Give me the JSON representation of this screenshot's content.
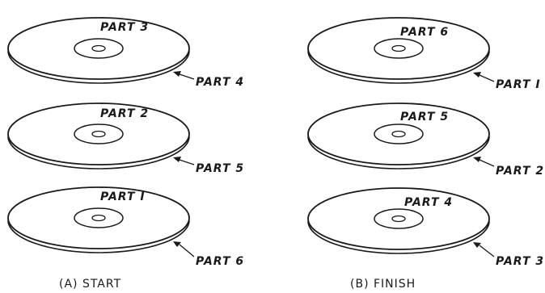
{
  "diagram": {
    "panels": [
      {
        "id": "start",
        "caption": "(A) START",
        "discs": [
          {
            "top_label": "PART 3",
            "edge_label": "PART 4"
          },
          {
            "top_label": "PART 2",
            "edge_label": "PART 5"
          },
          {
            "top_label": "PART I",
            "edge_label": "PART 6"
          }
        ]
      },
      {
        "id": "finish",
        "caption": "(B) FINISH",
        "discs": [
          {
            "top_label": "PART 6",
            "edge_label": "PART I"
          },
          {
            "top_label": "PART 5",
            "edge_label": "PART 2"
          },
          {
            "top_label": "PART 4",
            "edge_label": "PART 3"
          }
        ]
      }
    ]
  }
}
